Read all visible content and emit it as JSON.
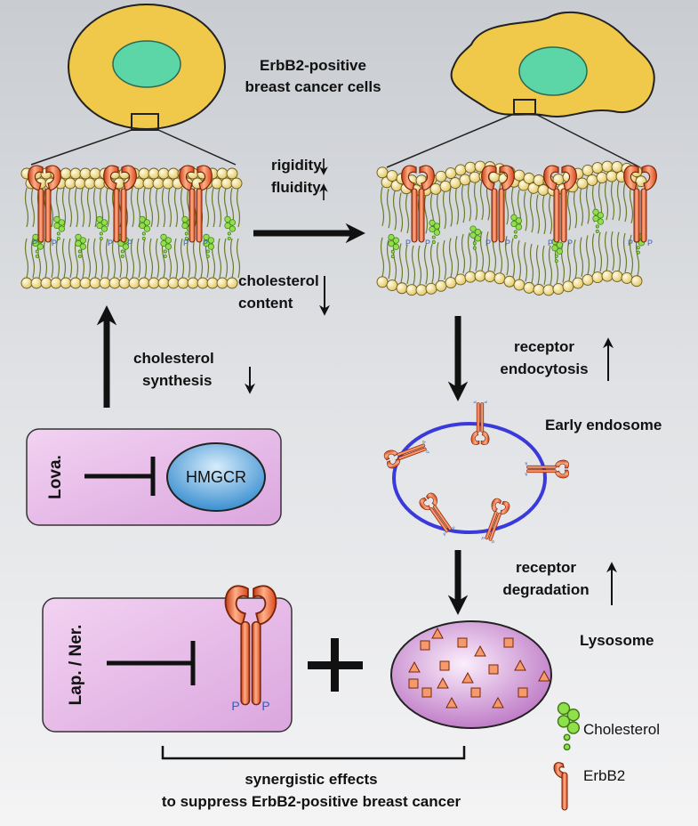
{
  "title_line1": "ErbB2-positive",
  "title_line2": "breast cancer cells",
  "rigidity": "rigidity",
  "fluidity": "fluidity",
  "cholesterol_content_1": "cholesterol",
  "cholesterol_content_2": "content",
  "chol_synth_1": "cholesterol",
  "chol_synth_2": "synthesis",
  "receptor_endo_1": "receptor",
  "receptor_endo_2": "endocytosis",
  "early_endosome": "Early endosome",
  "receptor_deg_1": "receptor",
  "receptor_deg_2": "degradation",
  "lysosome": "Lysosome",
  "lova": "Lova.",
  "hmgcr": "HMGCR",
  "lap_ner": "Lap. / Ner.",
  "phospho": "P",
  "plus": "+",
  "synergy_1": "synergistic effects",
  "synergy_2": "to suppress ErbB2-positive breast cancer",
  "legend_cholesterol": "Cholesterol",
  "legend_erbb2": "ErbB2",
  "colors": {
    "erbb2": "#e8541e",
    "cell": "#f0c84a",
    "nucleus": "#5cd6a6",
    "endosome": "#3a3adb",
    "lipid_head": "#f4e7a8",
    "cholesterol": "#8fe04a",
    "pink_box": "#e8b8ea"
  }
}
